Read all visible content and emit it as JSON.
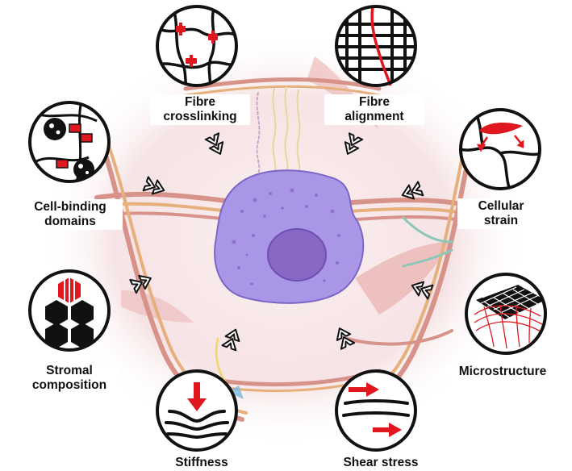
{
  "labels": {
    "fibre_crosslinking": [
      "Fibre",
      "crosslinking"
    ],
    "fibre_alignment": [
      "Fibre",
      "alignment"
    ],
    "cell_binding_domains": [
      "Cell-binding",
      "domains"
    ],
    "cellular_strain": [
      "Cellular",
      "strain"
    ],
    "stromal_composition": [
      "Stromal",
      "composition"
    ],
    "microstructure": [
      "Microstructure"
    ],
    "stiffness": [
      "Stiffness"
    ],
    "shear_stress": [
      "Shear stress"
    ]
  },
  "colors": {
    "accent_red": "#e1171f",
    "outline": "#111111",
    "cell_body": "#a996e6",
    "nucleus": "#8768c4",
    "fibre": "#d99a8a",
    "glow": "#f7e2e4"
  },
  "icons": [
    "fibre-crosslinking-icon",
    "fibre-alignment-icon",
    "cell-binding-domains-icon",
    "cellular-strain-icon",
    "stromal-composition-icon",
    "microstructure-icon",
    "stiffness-icon",
    "shear-stress-icon",
    "chevron-arrow-icon",
    "cell-icon"
  ]
}
